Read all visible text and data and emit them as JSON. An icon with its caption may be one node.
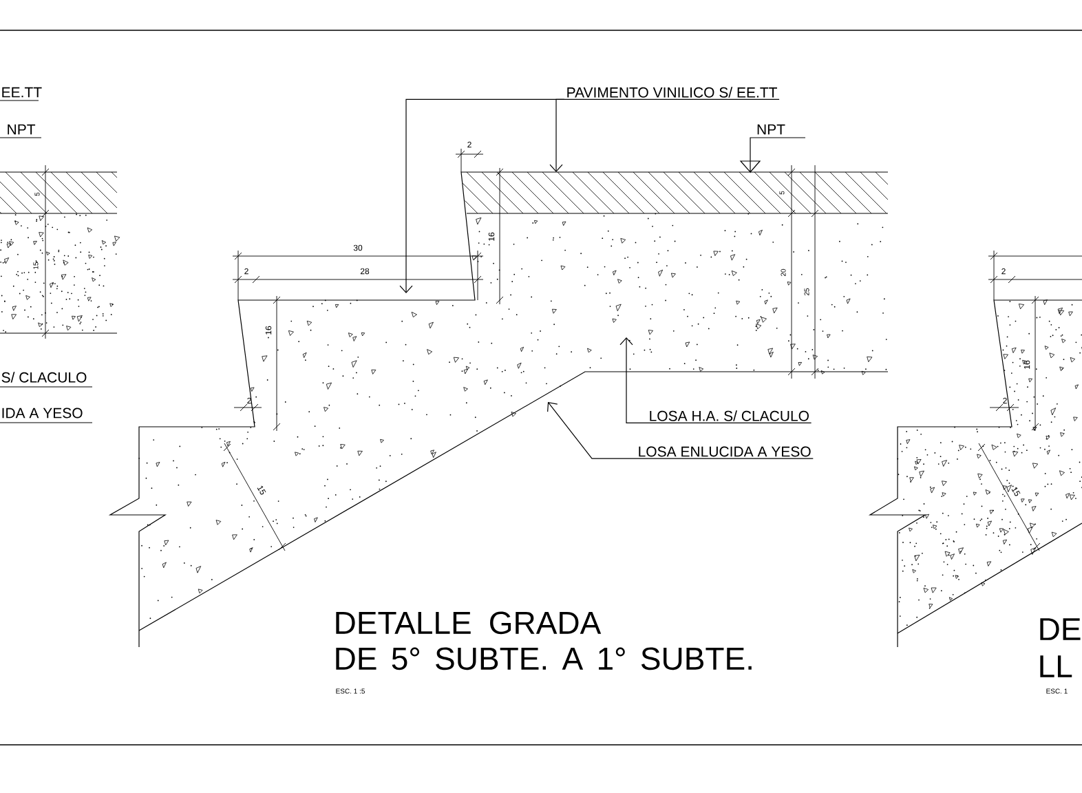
{
  "diagram": {
    "title": "DETALLE GRADA DE 5° SUBTE. A 1° SUBTE.",
    "nodes": [
      {
        "text": [
          "PAVIMENTO VINILICO S/ EE.TT"
        ]
      },
      {
        "text": [
          "LOSA H.A. S/ CLACULO"
        ]
      },
      {
        "text": [
          "LOSA ENLUCIDA A YESO"
        ]
      }
    ],
    "edges": [
      {
        "from": 0,
        "to": null,
        "arrow": "to"
      },
      {
        "from": 0,
        "to": null,
        "arrow": "to"
      },
      {
        "from": 1,
        "to": null,
        "arrow": "to"
      },
      {
        "from": 2,
        "to": null,
        "arrow": "to"
      }
    ],
    "labels": [
      "EE.TT",
      "NPT",
      "2",
      "NPT",
      "5",
      "15",
      "30",
      "16",
      "5",
      "28",
      "2",
      "2",
      "20",
      "25",
      "16",
      "16",
      "S/ CLACULO",
      "2",
      "2",
      "IDA A YESO",
      "15",
      "15",
      "DE",
      "LL",
      "ESC. 1 :5",
      "ESC. 1"
    ]
  }
}
